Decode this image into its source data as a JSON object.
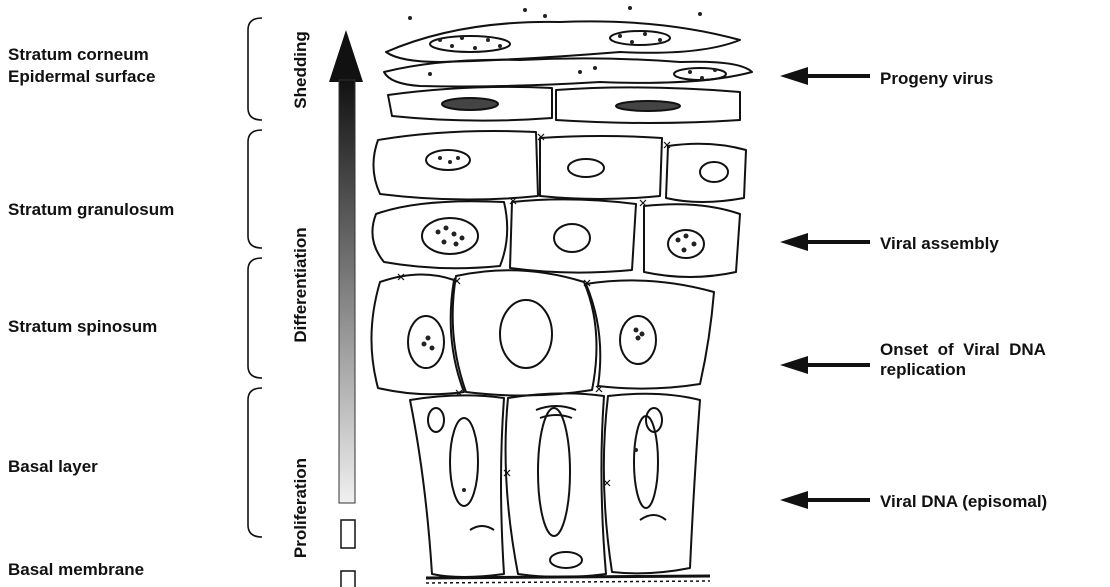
{
  "layers": {
    "corneum_line1": "Stratum corneum",
    "corneum_line2": "Epidermal surface",
    "granulosum": "Stratum granulosum",
    "spinosum": "Stratum spinosum",
    "basal": "Basal layer",
    "membrane": "Basal membrane"
  },
  "stages": {
    "shedding": "Shedding",
    "differentiation": "Differentiation",
    "proliferation": "Proliferation"
  },
  "events": {
    "progeny": "Progeny virus",
    "assembly": "Viral assembly",
    "onset_line1": "Onset  of  Viral  DNA",
    "onset_line2": "replication",
    "episomal": "Viral DNA (episomal)"
  }
}
